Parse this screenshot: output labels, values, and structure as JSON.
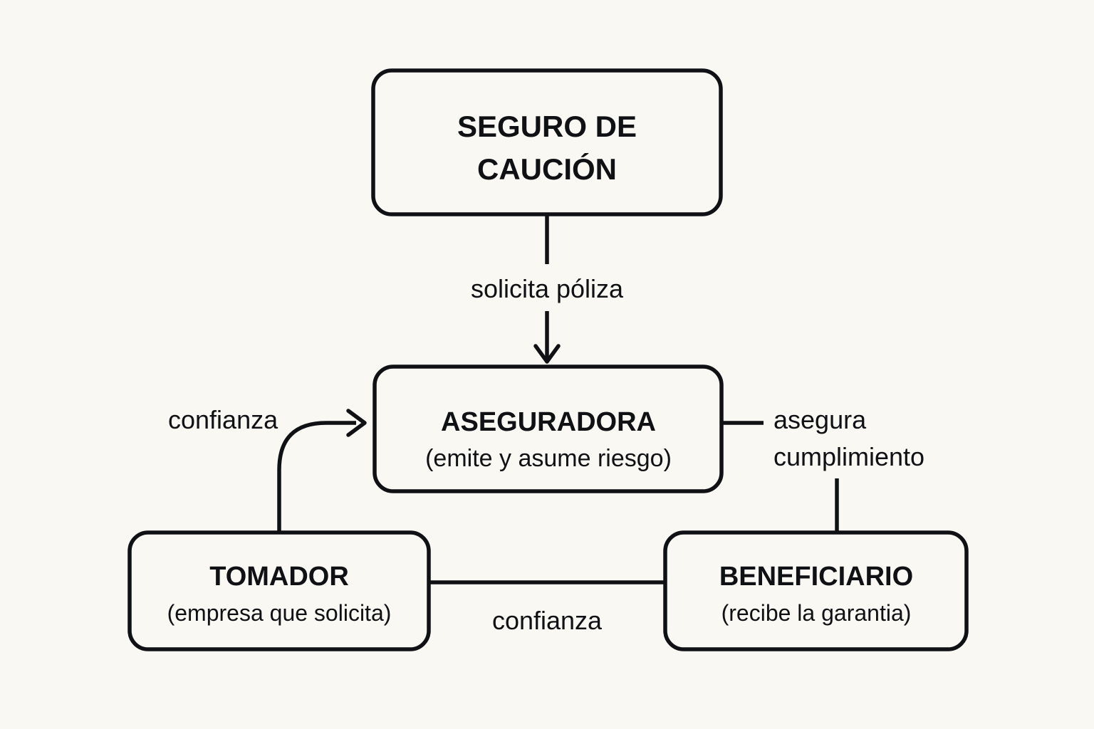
{
  "diagram": {
    "title_text": "SEGURO DE CAUCIÓN",
    "background_color": "#FAF8F3",
    "stroke_color": "#101114",
    "nodes": [
      {
        "id": "seguro-de-caucion",
        "title_line1": "SEGURO DE",
        "title_line2": "CAUCIÓN",
        "subtitle": ""
      },
      {
        "id": "aseguradora",
        "title_line1": "ASEGURADORA",
        "title_line2": "",
        "subtitle": "(emite y asume riesgo)"
      },
      {
        "id": "tomador",
        "title_line1": "TOMADOR",
        "title_line2": "",
        "subtitle": "(empresa que solicita)"
      },
      {
        "id": "beneficiario",
        "title_line1": "BENEFICIARIO",
        "title_line2": "",
        "subtitle": "(recibe la garantia)"
      }
    ],
    "edges": [
      {
        "id": "seguro-to-aseguradora",
        "label": "solicita póliza",
        "from": "seguro-de-caucion",
        "to": "aseguradora",
        "arrow": true
      },
      {
        "id": "tomador-to-aseguradora",
        "label": "confianza",
        "from": "tomador",
        "to": "aseguradora",
        "arrow": true
      },
      {
        "id": "aseguradora-to-beneficiario",
        "label_line1": "asegura",
        "label_line2": "cumplimiento",
        "from": "aseguradora",
        "to": "beneficiario",
        "arrow": false
      },
      {
        "id": "tomador-to-beneficiario",
        "label": "confianza",
        "from": "tomador",
        "to": "beneficiario",
        "arrow": false
      }
    ]
  }
}
